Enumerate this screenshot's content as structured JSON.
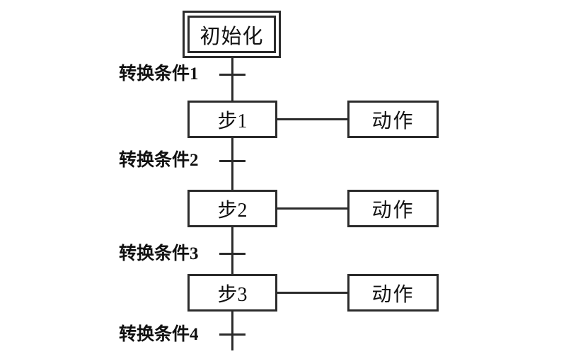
{
  "diagram": {
    "type": "sequential-function-chart",
    "initial_step": {
      "label": "初始化"
    },
    "transitions": [
      {
        "label": "转换条件1"
      },
      {
        "label": "转换条件2"
      },
      {
        "label": "转换条件3"
      },
      {
        "label": "转换条件4"
      }
    ],
    "steps": [
      {
        "label": "步1",
        "action": "动作"
      },
      {
        "label": "步2",
        "action": "动作"
      },
      {
        "label": "步3",
        "action": "动作"
      }
    ],
    "colors": {
      "line": "#2b2b2b",
      "text": "#111111",
      "background": "#ffffff"
    }
  }
}
